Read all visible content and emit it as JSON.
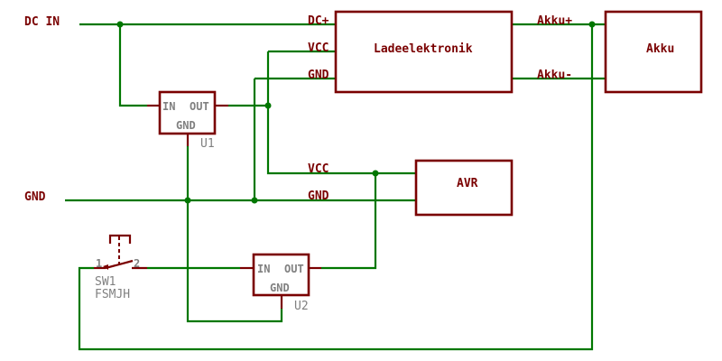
{
  "diagram": {
    "type": "schematic",
    "net_labels": {
      "dc_in": "DC IN",
      "gnd": "GND"
    },
    "ladeelektronik": {
      "name": "Ladeelektronik",
      "pins": {
        "dc_plus": "DC+",
        "vcc": "VCC",
        "gnd": "GND",
        "akku_plus": "Akku+",
        "akku_minus": "Akku-"
      }
    },
    "akku": {
      "name": "Akku"
    },
    "avr": {
      "name": "AVR",
      "pins": {
        "vcc": "VCC",
        "gnd": "GND"
      }
    },
    "u1": {
      "ref": "U1",
      "pins": {
        "in": "IN",
        "out": "OUT",
        "gnd": "GND"
      }
    },
    "u2": {
      "ref": "U2",
      "pins": {
        "in": "IN",
        "out": "OUT",
        "gnd": "GND"
      }
    },
    "sw1": {
      "ref": "SW1",
      "value": "FSMJH",
      "pins": {
        "p1": "1",
        "p2": "2"
      }
    },
    "colors": {
      "wire": "#007700",
      "part": "#7a0000",
      "pin_label": "#808080"
    }
  }
}
